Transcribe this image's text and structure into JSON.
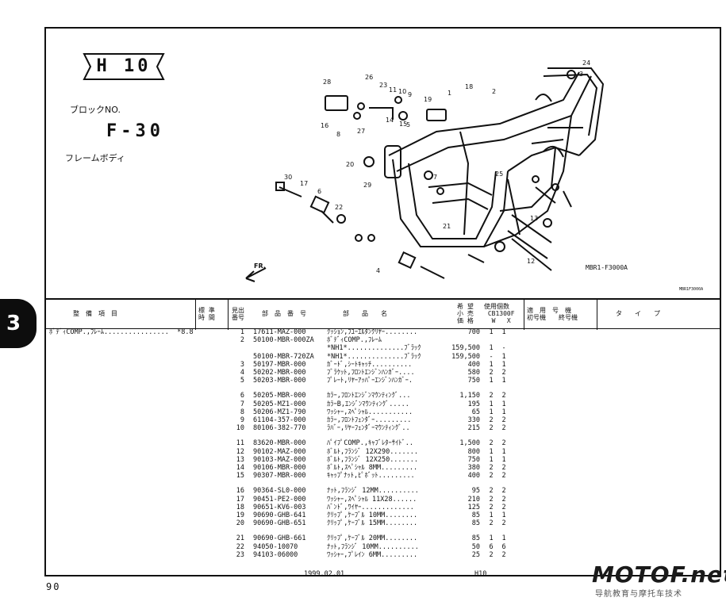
{
  "page": {
    "section": "H 10",
    "block_label": "ブロックNO.",
    "block_no": "F-30",
    "group_name": "フレームボディ",
    "diagram_ref": "MBR1-F3000A",
    "diagram_ref_small": "MBR1F3000A",
    "tab": "3",
    "page_number": "90",
    "date": "1999.02.01",
    "footer_code": "H10",
    "watermark": "MOTOF.net",
    "watermark_sub": "导航教育与摩托车技术"
  },
  "callouts": [
    "1",
    "2",
    "3",
    "4",
    "5",
    "6",
    "7",
    "8",
    "9",
    "10",
    "11",
    "12",
    "13",
    "14",
    "15",
    "16",
    "17",
    "18",
    "19",
    "20",
    "21",
    "22",
    "23",
    "24",
    "25",
    "26",
    "27",
    "28",
    "29",
    "30",
    "FR."
  ],
  "header": {
    "col_maint": "整　備　項　目",
    "col_std_time": "標 準\n時 間",
    "col_ref": "見出\n番号",
    "col_part_no": "部　品　番　号",
    "col_part_name": "部　　品　　名",
    "col_price": "希 望\n小 売\n価 格",
    "col_qty": "使用個数\n CB1300F\n  W   X",
    "col_serial": "適　用　号　機\n初号機　　終号機",
    "col_type": "タ　　イ　　プ"
  },
  "maintenance": {
    "item": "ﾎﾞﾃﾞｨCOMP.,ﾌﾚｰﾑ................",
    "time": "*8.8"
  },
  "parts": [
    {
      "ref": "1",
      "part": "17611-MAZ-000",
      "name": "ｸｯｼｮﾝ,ﾌﾕｰｴﾙﾀﾝｸﾘﾔｰ........",
      "price": "700",
      "w": "1",
      "x": "1"
    },
    {
      "ref": "2",
      "part": "50100-MBR-000ZA",
      "name": "ﾎﾞﾃﾞｨCOMP.,ﾌﾚｰﾑ",
      "price": "",
      "w": "",
      "x": ""
    },
    {
      "ref": "",
      "part": "",
      "name": "*NH1*..............ﾌﾞﾗｯｸ",
      "price": "159,500",
      "w": "1",
      "x": "-"
    },
    {
      "ref": "",
      "part": "50100-MBR-720ZA",
      "name": "*NH1*..............ﾌﾞﾗｯｸ",
      "price": "159,500",
      "w": "-",
      "x": "1"
    },
    {
      "ref": "3",
      "part": "50197-MBR-000",
      "name": "ｶﾞｰﾄﾞ,ｼｰﾄｷｬｯﾁ..........",
      "price": "400",
      "w": "1",
      "x": "1"
    },
    {
      "ref": "4",
      "part": "50202-MBR-000",
      "name": "ﾌﾞﾗｹｯﾄ,ﾌﾛﾝﾄｴﾝｼﾞﾝﾊﾝｶﾞｰ....",
      "price": "580",
      "w": "2",
      "x": "2"
    },
    {
      "ref": "5",
      "part": "50203-MBR-000",
      "name": "ﾌﾟﾚｰﾄ,ﾘﾔｰｱｯﾊﾟｰｴﾝｼﾞﾝﾊﾝｶﾞｰ.",
      "price": "750",
      "w": "1",
      "x": "1"
    },
    {
      "ref": "6",
      "part": "50205-MBR-000",
      "name": "ｶﾗｰ,ﾌﾛﾝﾄｴﾝｼﾞﾝﾏｳﾝﾃｨﾝｸﾞ...",
      "price": "1,150",
      "w": "2",
      "x": "2"
    },
    {
      "ref": "7",
      "part": "50205-MZ1-000",
      "name": "ｶﾗｰB,ｴﾝｼﾞﾝﾏｳﾝﾃｨﾝｸﾞ.....",
      "price": "195",
      "w": "1",
      "x": "1"
    },
    {
      "ref": "8",
      "part": "50206-MZ1-790",
      "name": "ﾜｯｼｬｰ,ｽﾍﾟｼｬﾙ...........",
      "price": "65",
      "w": "1",
      "x": "1"
    },
    {
      "ref": "9",
      "part": "61104-357-000",
      "name": "ｶﾗｰ,ﾌﾛﾝﾄﾌｪﾝﾀﾞｰ.........",
      "price": "330",
      "w": "2",
      "x": "2"
    },
    {
      "ref": "10",
      "part": "80106-382-770",
      "name": "ﾗﾊﾞｰ,ﾘﾔｰﾌｪﾝﾀﾞｰﾏｳﾝﾃｨﾝｸﾞ..",
      "price": "215",
      "w": "2",
      "x": "2"
    },
    {
      "ref": "11",
      "part": "83620-MBR-000",
      "name": "ﾊﾟｲﾌﾟCOMP.,ｷｬﾌﾞﾚﾀｰｻｲﾄﾞ..",
      "price": "1,500",
      "w": "2",
      "x": "2"
    },
    {
      "ref": "12",
      "part": "90102-MAZ-000",
      "name": "ﾎﾞﾙﾄ,ﾌﾗﾝｼﾞ 12X290.......",
      "price": "800",
      "w": "1",
      "x": "1"
    },
    {
      "ref": "13",
      "part": "90103-MAZ-000",
      "name": "ﾎﾞﾙﾄ,ﾌﾗﾝｼﾞ 12X250.......",
      "price": "750",
      "w": "1",
      "x": "1"
    },
    {
      "ref": "14",
      "part": "90106-MBR-000",
      "name": "ﾎﾞﾙﾄ,ｽﾍﾟｼｬﾙ 8MM.........",
      "price": "380",
      "w": "2",
      "x": "2"
    },
    {
      "ref": "15",
      "part": "90307-MBR-000",
      "name": "ｷｬｯﾌﾟﾅｯﾄ,ﾋﾟﾎﾞｯﾄ.........",
      "price": "400",
      "w": "2",
      "x": "2"
    },
    {
      "ref": "16",
      "part": "90364-SL0-000",
      "name": "ﾅｯﾄ,ﾌﾗﾝｼﾞ 12MM..........",
      "price": "95",
      "w": "2",
      "x": "2"
    },
    {
      "ref": "17",
      "part": "90451-PE2-000",
      "name": "ﾜｯｼｬｰ,ｽﾍﾟｼｬﾙ 11X28......",
      "price": "210",
      "w": "2",
      "x": "2"
    },
    {
      "ref": "18",
      "part": "90651-KV6-003",
      "name": "ﾊﾞﾝﾄﾞ,ﾜｲﾔｰ.............",
      "price": "125",
      "w": "2",
      "x": "2"
    },
    {
      "ref": "19",
      "part": "90690-GHB-641",
      "name": "ｸﾘｯﾌﾟ,ｹｰﾌﾞﾙ 10MM........",
      "price": "85",
      "w": "1",
      "x": "1"
    },
    {
      "ref": "20",
      "part": "90690-GHB-651",
      "name": "ｸﾘｯﾌﾟ,ｹｰﾌﾞﾙ 15MM........",
      "price": "85",
      "w": "2",
      "x": "2"
    },
    {
      "ref": "21",
      "part": "90690-GHB-661",
      "name": "ｸﾘｯﾌﾟ,ｹｰﾌﾞﾙ 20MM........",
      "price": "85",
      "w": "1",
      "x": "1"
    },
    {
      "ref": "22",
      "part": "94050-10070",
      "name": "ﾅｯﾄ,ﾌﾗﾝｼﾞ 10MM..........",
      "price": "50",
      "w": "6",
      "x": "6"
    },
    {
      "ref": "23",
      "part": "94103-06000",
      "name": "ﾜｯｼｬｰ,ﾌﾟﾚｲﾝ 6MM.........",
      "price": "25",
      "w": "2",
      "x": "2"
    }
  ]
}
